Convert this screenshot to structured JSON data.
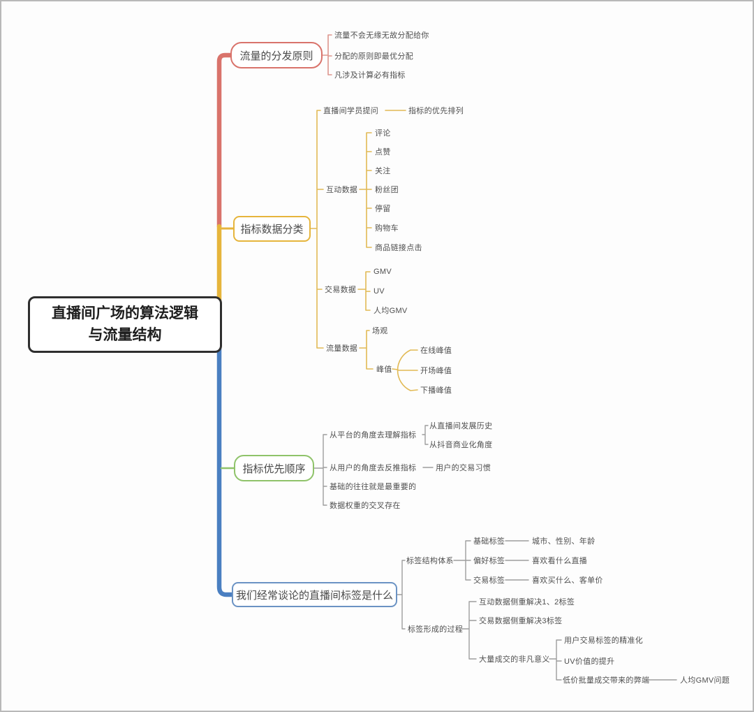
{
  "colors": {
    "branch_red": "#d9736b",
    "branch_yellow": "#e6b53c",
    "branch_green": "#8fc36a",
    "branch_blue": "#4a7fc1",
    "leaf_text": "#4f4f4f",
    "central_border": "#2e2e2e",
    "gray_line": "#9d9d9d"
  },
  "map": {
    "root": {
      "label": "直播间广场的算法逻辑\n与流量结构"
    },
    "branches": [
      {
        "label": "流量的分发原则",
        "children": [
          {
            "label": "流量不会无缘无故分配给你"
          },
          {
            "label": "分配的原则即最优分配"
          },
          {
            "label": "凡涉及计算必有指标"
          }
        ]
      },
      {
        "label": "指标数据分类",
        "children": [
          {
            "label": "直播间学员提问",
            "children": [
              {
                "label": "指标的优先排列"
              }
            ]
          },
          {
            "label": "互动数据",
            "children": [
              {
                "label": "评论"
              },
              {
                "label": "点赞"
              },
              {
                "label": "关注"
              },
              {
                "label": "粉丝团"
              },
              {
                "label": "停留"
              },
              {
                "label": "购物车"
              },
              {
                "label": "商品链接点击"
              }
            ]
          },
          {
            "label": "交易数据",
            "children": [
              {
                "label": "GMV"
              },
              {
                "label": "UV"
              },
              {
                "label": "人均GMV"
              }
            ]
          },
          {
            "label": "流量数据",
            "children": [
              {
                "label": "场观"
              },
              {
                "label": "峰值",
                "children": [
                  {
                    "label": "在线峰值"
                  },
                  {
                    "label": "开场峰值"
                  },
                  {
                    "label": "下播峰值"
                  }
                ]
              }
            ]
          }
        ]
      },
      {
        "label": "指标优先顺序",
        "children": [
          {
            "label": "从平台的角度去理解指标",
            "children": [
              {
                "label": "从直播间发展历史"
              },
              {
                "label": "从抖音商业化角度"
              }
            ]
          },
          {
            "label": "从用户的角度去反推指标",
            "children": [
              {
                "label": "用户的交易习惯"
              }
            ]
          },
          {
            "label": "基础的往往就是最重要的"
          },
          {
            "label": "数据权重的交叉存在"
          }
        ]
      },
      {
        "label": "我们经常谈论的直播间标签是什么",
        "children": [
          {
            "label": "标签结构体系",
            "children": [
              {
                "label": "基础标签",
                "children": [
                  {
                    "label": "城市、性别、年龄"
                  }
                ]
              },
              {
                "label": "偏好标签",
                "children": [
                  {
                    "label": "喜欢看什么直播"
                  }
                ]
              },
              {
                "label": "交易标签",
                "children": [
                  {
                    "label": "喜欢买什么、客单价"
                  }
                ]
              }
            ]
          },
          {
            "label": "标签形成的过程",
            "children": [
              {
                "label": "互动数据侧重解决1、2标签"
              },
              {
                "label": "交易数据侧重解决3标签"
              },
              {
                "label": "大量成交的非凡意义",
                "children": [
                  {
                    "label": "用户交易标签的精准化"
                  },
                  {
                    "label": "UV价值的提升"
                  },
                  {
                    "label": "低价批量成交带来的弊端",
                    "children": [
                      {
                        "label": "人均GMV问题"
                      }
                    ]
                  }
                ]
              }
            ]
          }
        ]
      }
    ]
  }
}
